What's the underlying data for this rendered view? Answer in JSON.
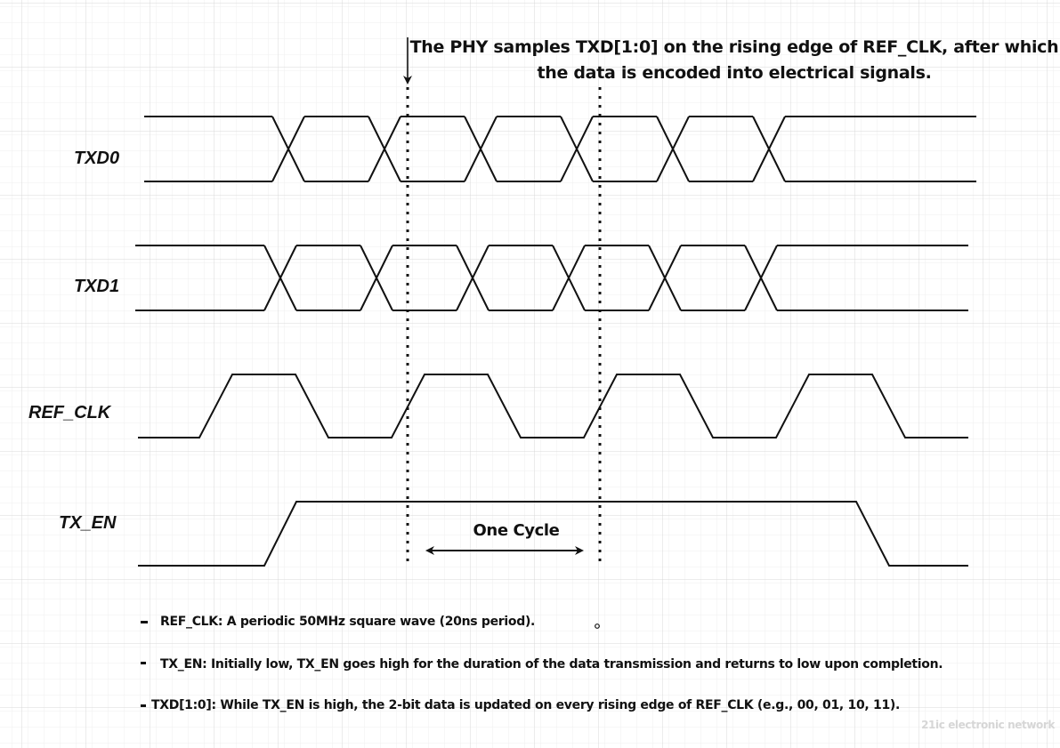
{
  "annotation": {
    "line1": "The PHY samples TXD[1:0] on the rising edge of REF_CLK, after which",
    "line2": "the data is encoded into electrical signals."
  },
  "signals": {
    "txd0": "TXD0",
    "txd1": "TXD1",
    "ref_clk": "REF_CLK",
    "tx_en": "TX_EN"
  },
  "cycle_label": "One Cycle",
  "notes": [
    "REF_CLK: A periodic 50MHz square wave (20ns period).",
    "TX_EN: Initially low, TX_EN goes high for the duration of the data transmission and returns to low upon completion.",
    "TXD[1:0]: While TX_EN is high, the 2-bit data is updated on every rising edge of REF_CLK (e.g., 00, 01, 10, 11)."
  ],
  "watermark": "21ic electronic network",
  "colors": {
    "line": "#111111",
    "grid_minor": "#efefef",
    "grid_major": "#dadada"
  }
}
